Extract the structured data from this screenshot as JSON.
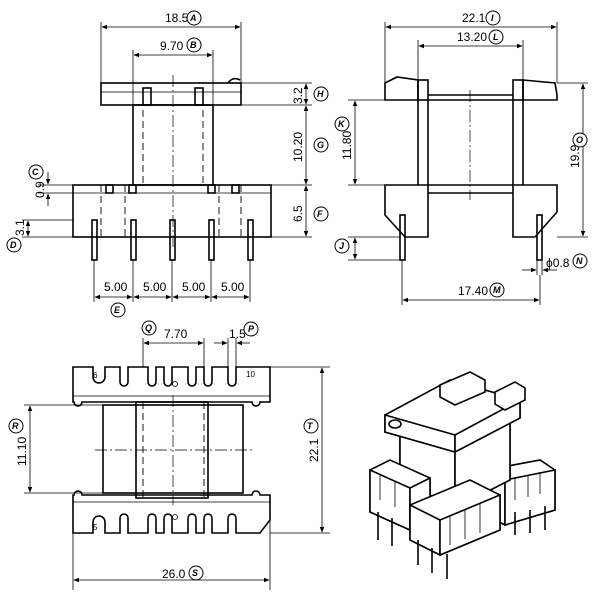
{
  "front_view": {
    "dims": {
      "A": {
        "label": "A",
        "value": "18.5"
      },
      "B": {
        "label": "B",
        "value": "9.70"
      },
      "H": {
        "label": "H",
        "value": "3.2"
      },
      "G": {
        "label": "G",
        "value": "10.20"
      },
      "C": {
        "label": "C",
        "value": "0.9"
      },
      "F": {
        "label": "F",
        "value": "6.5"
      },
      "D": {
        "label": "D",
        "value": "3.1"
      },
      "E": {
        "label": "E",
        "value": "5.00"
      }
    },
    "pitch_values": [
      "5.00",
      "5.00",
      "5.00",
      "5.00"
    ]
  },
  "side_view": {
    "dims": {
      "I": {
        "label": "I",
        "value": "22.1"
      },
      "L": {
        "label": "L",
        "value": "13.20"
      },
      "K": {
        "label": "K",
        "value": "11.80"
      },
      "O": {
        "label": "O",
        "value": "19.9"
      },
      "J": {
        "label": "J",
        "value": ""
      },
      "N": {
        "label": "N",
        "value": "ϕ0.8"
      },
      "M": {
        "label": "M",
        "value": "17.40"
      }
    }
  },
  "top_view": {
    "dims": {
      "Q": {
        "label": "Q",
        "value": "7.70"
      },
      "P": {
        "label": "P",
        "value": "1.5"
      },
      "R": {
        "label": "R",
        "value": "11.10"
      },
      "T": {
        "label": "T",
        "value": "22.1"
      },
      "S": {
        "label": "S",
        "value": "26.0"
      }
    },
    "pin_labels": {
      "top_left": "6",
      "top_right": "10",
      "bottom_left": "5"
    }
  }
}
